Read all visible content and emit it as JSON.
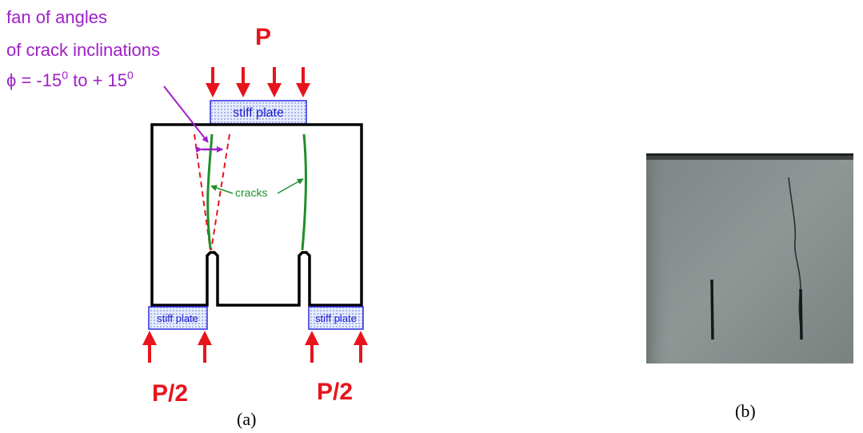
{
  "diagram": {
    "annotation_line1": "fan of angles",
    "annotation_line2": "of crack inclinations",
    "phi_symbol": "ϕ",
    "phi_eq": " = -15",
    "phi_sup1": "0",
    "phi_to": " to + 15",
    "phi_sup2": "0",
    "load_top": "P",
    "plate_top": "stiff plate",
    "plate_left": "stiff plate",
    "plate_right": "stiff plate",
    "cracks_label": "cracks",
    "load_left": "P/2",
    "load_right": "P/2",
    "caption": "(a)"
  },
  "photo": {
    "caption": "(b)"
  },
  "colors": {
    "load": "#e8141c",
    "annotation": "#a020c8",
    "crack": "#1f8f2a",
    "plate_text": "#1a1ad0",
    "plate_border": "#2a2ae0",
    "plate_fill": "#dfe6fb",
    "outline": "#000000"
  }
}
